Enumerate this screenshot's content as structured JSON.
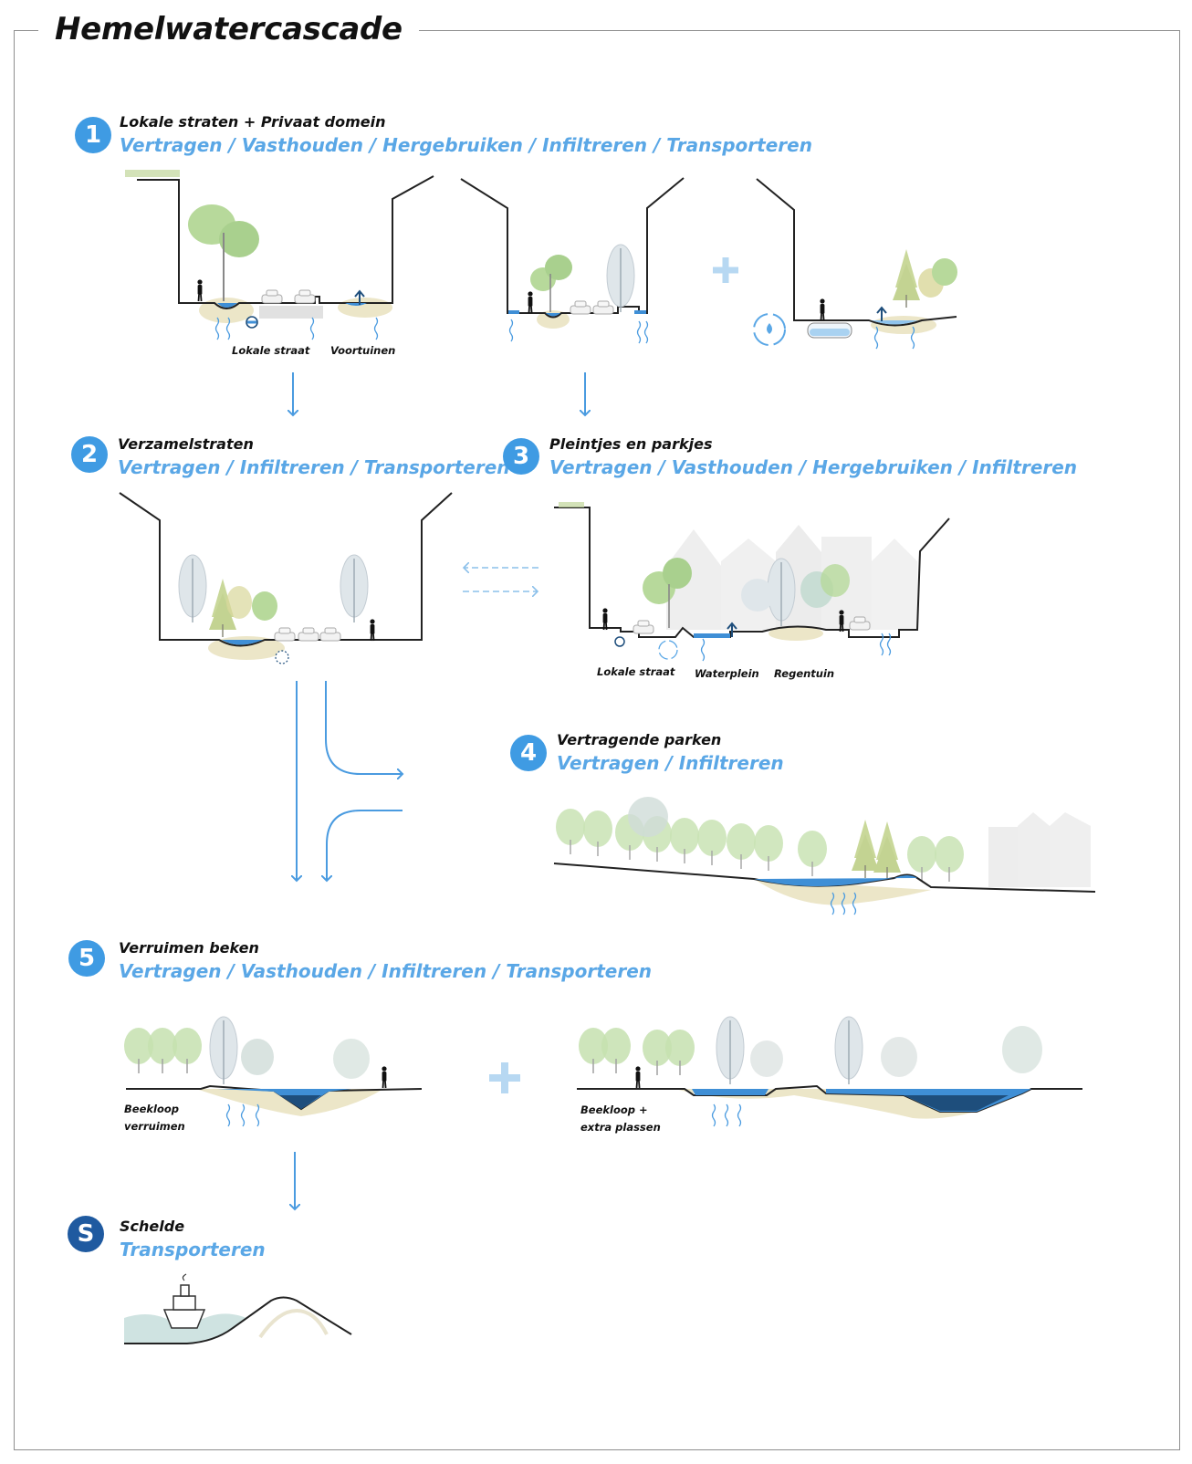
{
  "title": "Hemelwatercascade",
  "steps": [
    {
      "badge": "1",
      "title": "Lokale straten + Privaat domein",
      "actions": "Vertragen / Vasthouden / Hergebruiken / Infiltreren / Transporteren"
    },
    {
      "badge": "2",
      "title": "Verzamelstraten",
      "actions": "Vertragen / Infiltreren / Transporteren"
    },
    {
      "badge": "3",
      "title": "Pleintjes en parkjes",
      "actions": "Vertragen / Vasthouden / Hergebruiken / Infiltreren"
    },
    {
      "badge": "4",
      "title": "Vertragende parken",
      "actions": "Vertragen / Infiltreren"
    },
    {
      "badge": "5",
      "title": "Verruimen beken",
      "actions": "Vertragen / Vasthouden / Infiltreren / Transporteren"
    },
    {
      "badge": "S",
      "title": "Schelde",
      "actions": "Transporteren"
    }
  ],
  "labels": {
    "lokale_straat_1": "Lokale straat",
    "voortuinen": "Voortuinen",
    "lokale_straat_3": "Lokale straat",
    "waterplein": "Waterplein",
    "regentuin": "Regentuin",
    "beekloop_verruimen": [
      "Beekloop",
      "verruimen"
    ],
    "beekloop_plassen": [
      "Beekloop +",
      "extra plassen"
    ]
  },
  "colors": {
    "accent": "#5aa7e6",
    "badge": "#3f9be3",
    "badge_dark": "#1f5aa0",
    "water": "#3f8fd6",
    "water_deep": "#1e4e7c",
    "soil": "#ece6c8",
    "tree_green": "#a9d08e",
    "tree_grey": "#d5dde3"
  },
  "icons": [
    "arrow-down-icon",
    "double-arrow-icon",
    "plus-icon",
    "recycle-icon",
    "person-icon",
    "car-icon",
    "ship-icon",
    "infiltration-icon"
  ]
}
